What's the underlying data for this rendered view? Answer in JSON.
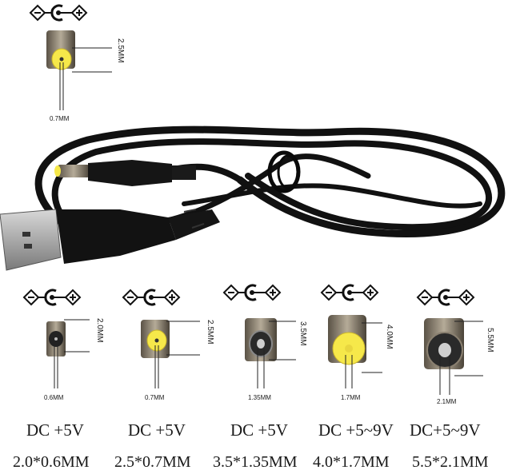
{
  "top_connector": {
    "outer": "2.5MM",
    "inner": "0.7MM",
    "icon": "polarity-center-positive-icon"
  },
  "connectors": [
    {
      "voltage": "DC +5V",
      "outer": "2.0MM",
      "inner": "0.6MM",
      "size": "2.0*0.6MM"
    },
    {
      "voltage": "DC +5V",
      "outer": "2.5MM",
      "inner": "0.7MM",
      "size": "2.5*0.7MM"
    },
    {
      "voltage": "DC +5V",
      "outer": "3.5MM",
      "inner": "1.35MM",
      "size": "3.5*1.35MM"
    },
    {
      "voltage": "DC +5~9V",
      "outer": "4.0MM",
      "inner": "1.7MM",
      "size": "4.0*1.7MM"
    },
    {
      "voltage": "DC+5~9V",
      "outer": "5.5MM",
      "inner": "2.1MM",
      "size": "5.5*2.1MM"
    }
  ],
  "colors": {
    "cable": "#111111",
    "tip_yellow": "#f6e84a",
    "metal": "#8a8070",
    "text": "#1a1a1a"
  }
}
